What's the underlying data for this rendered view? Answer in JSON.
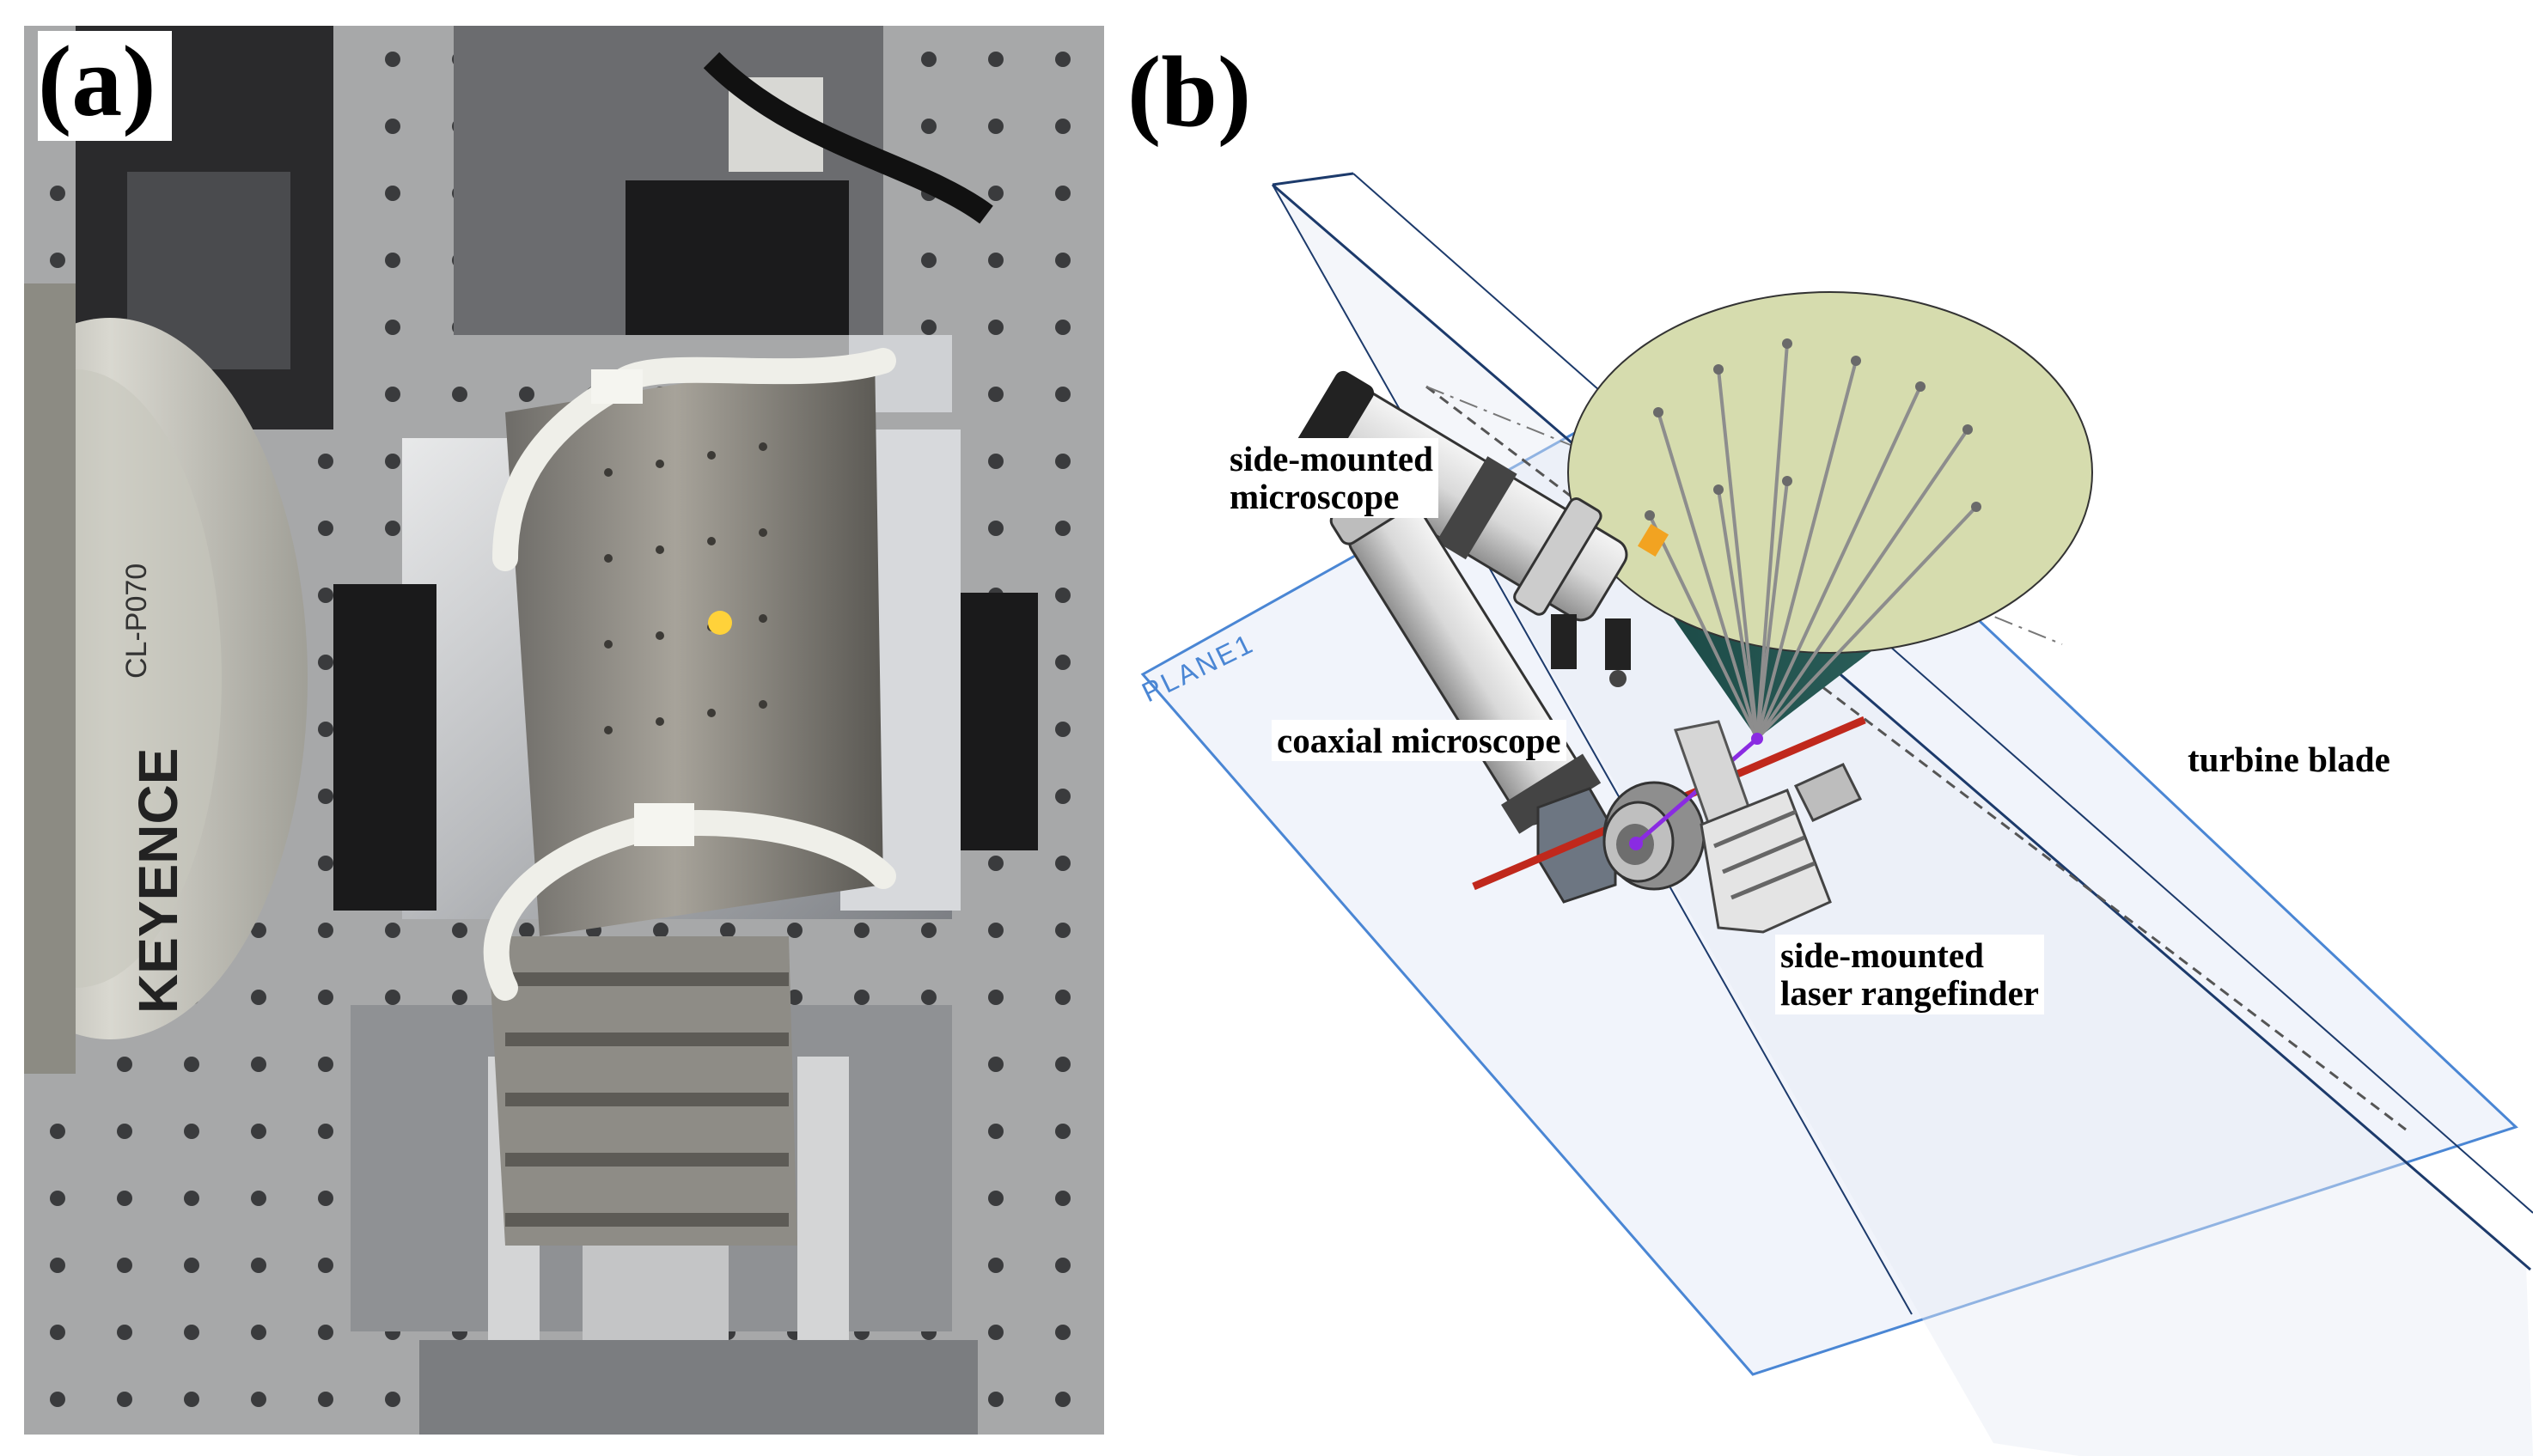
{
  "panels": {
    "a": {
      "label": "(a)"
    },
    "b": {
      "label": "(b)"
    }
  },
  "photo": {
    "sensor_brand": "KEYENCE",
    "sensor_model": "CL-P070"
  },
  "diagram": {
    "plane_label": "PLANE1",
    "callouts": {
      "side_microscope": [
        "side-mounted",
        "microscope"
      ],
      "coaxial_microscope": "coaxial microscope",
      "turbine_blade": "turbine blade",
      "side_rangefinder": [
        "side-mounted",
        "laser rangefinder"
      ]
    }
  },
  "colors": {
    "plane_fill": "#eef2fa",
    "plane_edge_blue": "#4a86d4",
    "plane_edge_navy": "#1c3a6b",
    "cone_top": "#d6dcae",
    "cone_body": "#1d4a48",
    "laser_red": "#c0281c",
    "beam_purple": "#8a2be2"
  }
}
